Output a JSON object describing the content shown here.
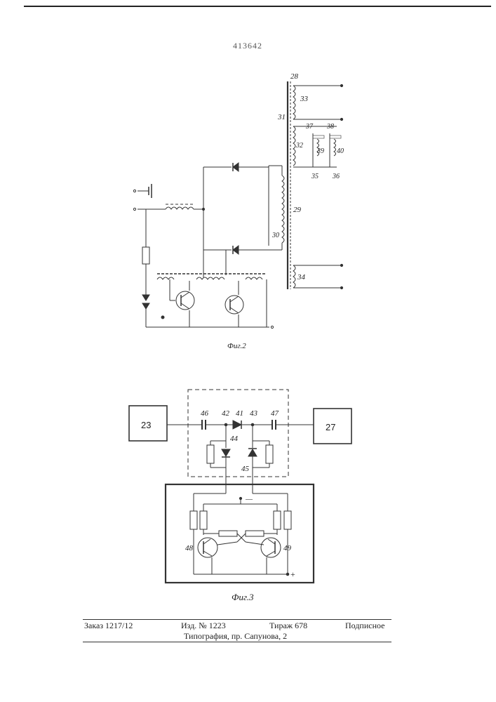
{
  "header": {
    "patent_number": "413642"
  },
  "fig2": {
    "caption": "Фиг.2",
    "labels": {
      "l28": "28",
      "l33": "33",
      "l31": "31",
      "l37": "37",
      "l38": "38",
      "l32": "32",
      "l39": "39",
      "l40": "40",
      "l35": "35",
      "l36": "36",
      "l29": "29",
      "l30": "30",
      "l34": "34"
    }
  },
  "fig3": {
    "caption": "Фиг.3",
    "block_left": "23",
    "block_right": "27",
    "labels": {
      "l46": "46",
      "l42": "42",
      "l41": "41",
      "l43": "43",
      "l47": "47",
      "l44": "44",
      "l45": "45",
      "l48": "48",
      "l49": "49",
      "minus": "—",
      "plus": "+"
    }
  },
  "footer": {
    "order": "Заказ 1217/12",
    "edition": "Изд. № 1223",
    "circulation": "Тираж 678",
    "subscription": "Подписное",
    "printer": "Типография, пр. Сапунова, 2"
  }
}
